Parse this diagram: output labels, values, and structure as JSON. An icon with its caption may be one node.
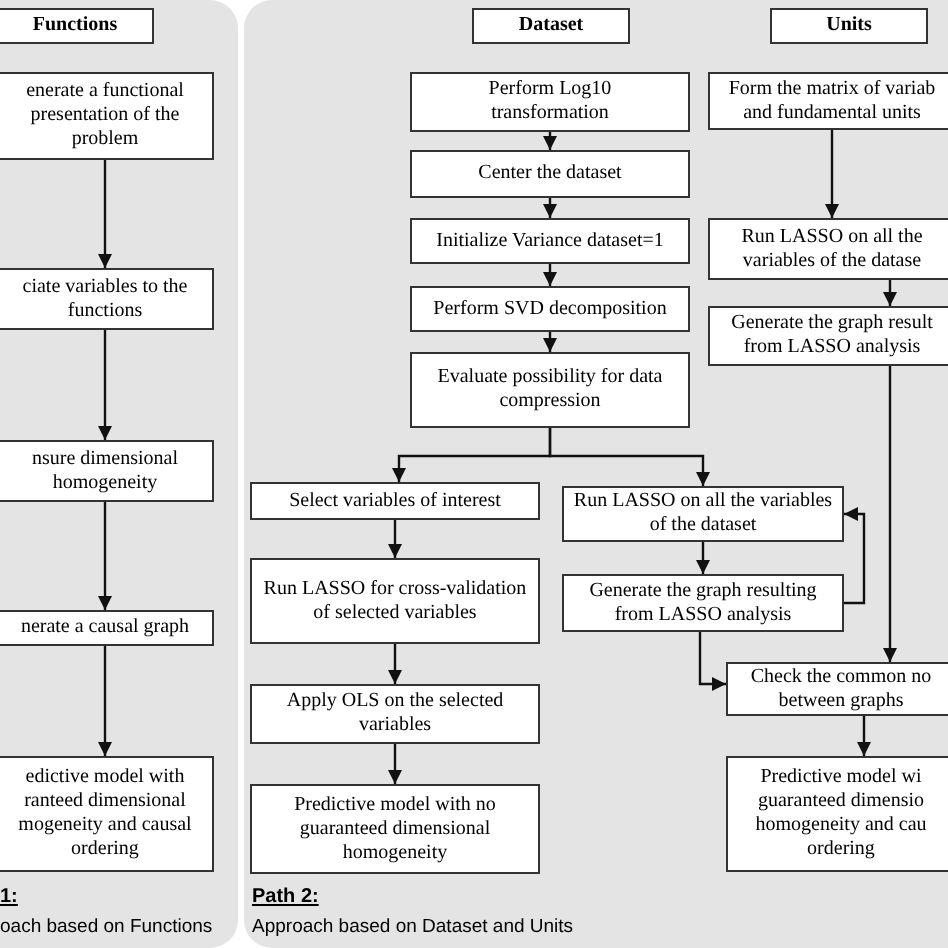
{
  "diagram": {
    "nodes": [
      {
        "text": [
          "1:",
          "oach based on Functions"
        ]
      },
      {
        "text": [
          "Functions"
        ],
        "in": 0
      },
      {
        "text": [
          "enerate a functional presentation of the problem"
        ],
        "in": 0
      },
      {
        "text": [
          "ciate variables to the functions"
        ],
        "in": 0
      },
      {
        "text": [
          "nsure dimensional homogeneity"
        ],
        "in": 0
      },
      {
        "text": [
          "nerate a causal graph"
        ],
        "in": 0
      },
      {
        "text": [
          "edictive model with ranteed dimensional mogeneity and causal ordering"
        ],
        "in": 0
      },
      {
        "text": [
          "Path 2:",
          "Approach based on Dataset and Units"
        ]
      },
      {
        "text": [
          "Dataset"
        ],
        "in": 7
      },
      {
        "text": [
          "Perform Log10 transformation"
        ],
        "in": 7
      },
      {
        "text": [
          "Center the dataset"
        ],
        "in": 7
      },
      {
        "text": [
          "Initialize Variance dataset=1"
        ],
        "in": 7
      },
      {
        "text": [
          "Perform SVD decomposition"
        ],
        "in": 7
      },
      {
        "text": [
          "Evaluate possibility for data compression"
        ],
        "in": 7
      },
      {
        "text": [
          "Select variables of interest"
        ],
        "in": 7
      },
      {
        "text": [
          "Run LASSO for cross-validation of selected variables"
        ],
        "in": 7
      },
      {
        "text": [
          "Apply OLS on the selected variables"
        ],
        "in": 7
      },
      {
        "text": [
          "Predictive model with no guaranteed dimensional homogeneity"
        ],
        "in": 7
      },
      {
        "text": [
          "Run LASSO on all the variables of the dataset"
        ],
        "in": 7
      },
      {
        "text": [
          "Generate the graph resulting from LASSO analysis"
        ],
        "in": 7
      },
      {
        "text": [
          "Units"
        ],
        "in": 7
      },
      {
        "text": [
          "Form the matrix of variab and fundamental units"
        ],
        "in": 7
      },
      {
        "text": [
          "Run LASSO on all the variables of the datase"
        ],
        "in": 7
      },
      {
        "text": [
          "Generate the graph result from LASSO analysis"
        ],
        "in": 7
      },
      {
        "text": [
          "Check the common no between graphs"
        ],
        "in": 7
      },
      {
        "text": [
          "Predictive model wi guaranteed dimensio homogeneity and cau ordering"
        ],
        "in": 7
      }
    ],
    "edges": [
      {
        "from": 2,
        "to": 3,
        "arrow": "to"
      },
      {
        "from": 3,
        "to": 4,
        "arrow": "to"
      },
      {
        "from": 4,
        "to": 5,
        "arrow": "to"
      },
      {
        "from": 5,
        "to": 6,
        "arrow": "to"
      },
      {
        "from": 9,
        "to": 10,
        "arrow": "to"
      },
      {
        "from": 10,
        "to": 11,
        "arrow": "to"
      },
      {
        "from": 11,
        "to": 12,
        "arrow": "to"
      },
      {
        "from": 12,
        "to": 13,
        "arrow": "to"
      },
      {
        "from": 13,
        "to": 14,
        "arrow": "to"
      },
      {
        "from": 13,
        "to": 18,
        "arrow": "to"
      },
      {
        "from": 14,
        "to": 15,
        "arrow": "to"
      },
      {
        "from": 15,
        "to": 16,
        "arrow": "to"
      },
      {
        "from": 16,
        "to": 17,
        "arrow": "to"
      },
      {
        "from": 18,
        "to": 19,
        "arrow": "to"
      },
      {
        "from": 19,
        "to": 18,
        "arrow": "to"
      },
      {
        "from": 19,
        "to": 24,
        "arrow": "to"
      },
      {
        "from": 21,
        "to": 22,
        "arrow": "to"
      },
      {
        "from": 22,
        "to": 23,
        "arrow": "to"
      },
      {
        "from": 23,
        "to": 24,
        "arrow": "to"
      },
      {
        "from": 24,
        "to": 25,
        "arrow": "to"
      }
    ]
  }
}
